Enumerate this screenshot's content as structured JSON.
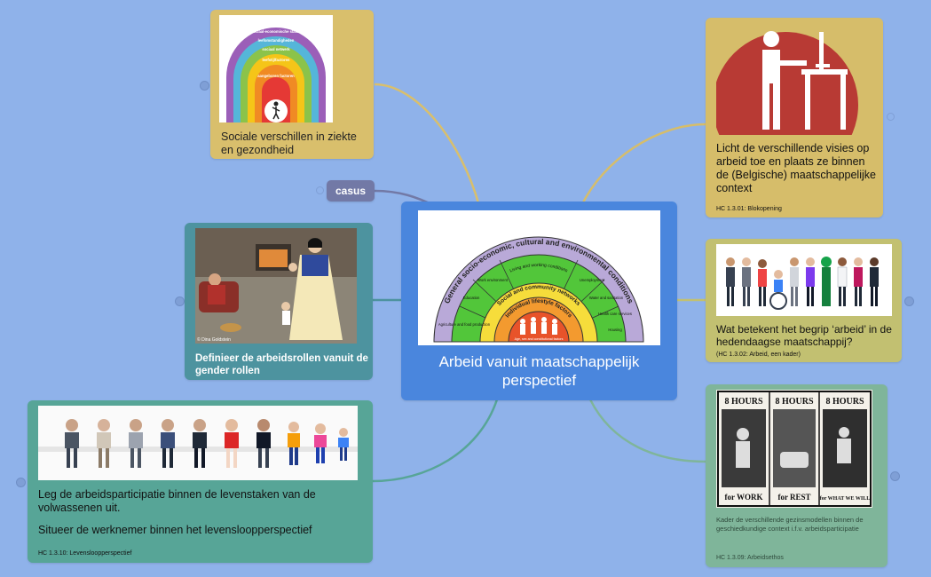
{
  "central": {
    "title": "Arbeid vanuit maatschappelijk perspectief",
    "image": {
      "outer_arc": "General socio-economic, cultural and environmental conditions",
      "middle_arc": "Living and working conditions",
      "sectors": [
        "Agriculture and food production",
        "Education",
        "Work environment",
        "Unemployment",
        "Water and sanitation",
        "Health care services",
        "Housing"
      ],
      "inner_arc": "Social and community networks",
      "core_arc": "Individual lifestyle factors",
      "center": "Age, sex and constitutional factors"
    }
  },
  "nodes": {
    "sociale": {
      "title": "Sociale verschillen in ziekte en gezondheid",
      "rings": [
        "sociaal-economische status",
        "leefomstandigheden",
        "sociaal netwerk",
        "leefstijlfactoren",
        "aangeboren factoren"
      ]
    },
    "casus": {
      "label": "casus"
    },
    "gender": {
      "title": "Definieer de arbeidsrollen vanuit de gender rollen",
      "credit": "© Dina Goldstein"
    },
    "levens": {
      "title_line1": "Leg de arbeidsparticipatie binnen de levenstaken van de volwassenen uit.",
      "title_line2": "Situeer de werknemer binnen het levensloopperspectief",
      "sub": "HC 1.3.10: Levensloopperspectief"
    },
    "visies": {
      "title": "Licht de verschillende visies op arbeid toe en plaats ze binnen de (Belgische) maatschappelijke context",
      "sub": "HC 1.3.01: Blokopening"
    },
    "begrip": {
      "title": "Wat betekent het begrip ‘arbeid’ in de hedendaagse maatschappij?",
      "sub": "(HC 1.3.02: Arbeid, een kader)"
    },
    "kader": {
      "title": "Kader de verschillende gezinsmodellen binnen de geschiedkundige context i.f.v. arbeidsparticipatie",
      "sub": "HC 1.3.09: Arbeidsethos",
      "poster_top": [
        "8 HOURS",
        "8 HOURS",
        "8 HOURS"
      ],
      "poster_bottom": [
        "for WORK",
        "for REST",
        "for WHAT WE WILL"
      ]
    }
  },
  "colors": {
    "background": "#8fb2ea",
    "central": "#4a86dd",
    "sociale": "#d9bf6c",
    "visies": "#d6bd6a",
    "begrip": "#c2c071",
    "kader": "#7fb59a",
    "gender": "#4d939f",
    "levens": "#57a597",
    "casus": "#7279a6"
  }
}
